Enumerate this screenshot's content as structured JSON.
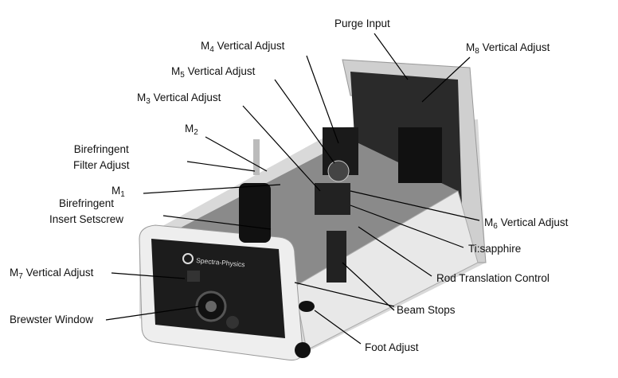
{
  "logo": "Spectra-Physics",
  "labels": {
    "purge": "Purge Input",
    "m8": {
      "m": "M",
      "sub": "8",
      "rest": " Vertical Adjust"
    },
    "m4": {
      "m": "M",
      "sub": "4",
      "rest": " Vertical Adjust"
    },
    "m5": {
      "m": "M",
      "sub": "5",
      "rest": " Vertical Adjust"
    },
    "m3": {
      "m": "M",
      "sub": "3",
      "rest": " Vertical Adjust"
    },
    "m2": {
      "m": "M",
      "sub": "2"
    },
    "bfa": {
      "l1": "Birefringent",
      "l2": "Filter Adjust"
    },
    "m1": {
      "m": "M",
      "sub": "1"
    },
    "bis": {
      "l1": "Birefringent",
      "l2": "Insert Setscrew"
    },
    "m6": {
      "m": "M",
      "sub": "6",
      "rest": " Vertical Adjust"
    },
    "ti": "Ti:sapphire",
    "rod": "Rod Translation Control",
    "m7": {
      "m": "M",
      "sub": "7",
      "rest": " Vertical Adjust"
    },
    "beam": "Beam Stops",
    "brewster": "Brewster Window",
    "foot": "Foot Adjust"
  }
}
